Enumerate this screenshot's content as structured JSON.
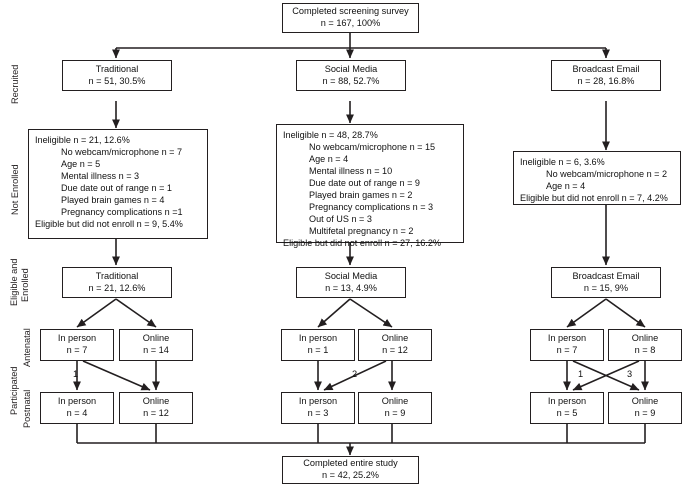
{
  "diagram": {
    "title_node": {
      "line1": "Completed screening survey",
      "line2": "n = 167, 100%"
    },
    "final_node": {
      "line1": "Completed entire study",
      "line2": "n = 42, 25.2%"
    },
    "stage_labels": {
      "recruited": "Recruited",
      "not_enrolled": "Not Enrolled",
      "eligible_enrolled_l1": "Eligible and",
      "eligible_enrolled_l2": "Enrolled",
      "participated": "Participated",
      "antenatal": "Antenatal",
      "postnatal": "Postnatal"
    },
    "recruited": [
      {
        "key": "traditional",
        "line1": "Traditional",
        "line2": "n = 51, 30.5%"
      },
      {
        "key": "social",
        "line1": "Social Media",
        "line2": "n = 88, 52.7%"
      },
      {
        "key": "broadcast",
        "line1": "Broadcast Email",
        "line2": "n = 28, 16.8%"
      }
    ],
    "not_enrolled": [
      {
        "key": "traditional",
        "lines": [
          {
            "text": "Ineligible n = 21, 12.6%",
            "indent": false
          },
          {
            "text": "No webcam/microphone n = 7",
            "indent": true
          },
          {
            "text": "Age n = 5",
            "indent": true
          },
          {
            "text": "Mental illness n = 3",
            "indent": true
          },
          {
            "text": "Due date out of range n = 1",
            "indent": true
          },
          {
            "text": "Played brain games n = 4",
            "indent": true
          },
          {
            "text": "Pregnancy complications n =1",
            "indent": true
          },
          {
            "text": "Eligible but did not enroll n = 9, 5.4%",
            "indent": false
          }
        ]
      },
      {
        "key": "social",
        "lines": [
          {
            "text": "Ineligible n = 48, 28.7%",
            "indent": false
          },
          {
            "text": "No webcam/microphone n = 15",
            "indent": true
          },
          {
            "text": "Age n = 4",
            "indent": true
          },
          {
            "text": "Mental illness n = 10",
            "indent": true
          },
          {
            "text": "Due date out of range n = 9",
            "indent": true
          },
          {
            "text": "Played brain games n = 2",
            "indent": true
          },
          {
            "text": "Pregnancy complications n = 3",
            "indent": true
          },
          {
            "text": "Out of US n = 3",
            "indent": true
          },
          {
            "text": "Multifetal pregnancy n = 2",
            "indent": true
          },
          {
            "text": "Eligible but did not enroll n = 27, 16.2%",
            "indent": false
          }
        ]
      },
      {
        "key": "broadcast",
        "lines": [
          {
            "text": "Ineligible n = 6, 3.6%",
            "indent": false
          },
          {
            "text": "No webcam/microphone n = 2",
            "indent": true
          },
          {
            "text": "Age n = 4",
            "indent": true
          },
          {
            "text": "Eligible but did not enroll n = 7, 4.2%",
            "indent": false
          }
        ]
      }
    ],
    "enrolled": [
      {
        "key": "traditional",
        "line1": "Traditional",
        "line2": "n = 21, 12.6%"
      },
      {
        "key": "social",
        "line1": "Social Media",
        "line2": "n = 13, 4.9%"
      },
      {
        "key": "broadcast",
        "line1": "Broadcast Email",
        "line2": "n = 15, 9%"
      }
    ],
    "antenatal": [
      {
        "key": "trad-inperson",
        "line1": "In person",
        "line2": "n = 7"
      },
      {
        "key": "trad-online",
        "line1": "Online",
        "line2": "n = 14"
      },
      {
        "key": "social-inperson",
        "line1": "In person",
        "line2": "n = 1"
      },
      {
        "key": "social-online",
        "line1": "Online",
        "line2": "n = 12"
      },
      {
        "key": "broad-inperson",
        "line1": "In person",
        "line2": "n = 7"
      },
      {
        "key": "broad-online",
        "line1": "Online",
        "line2": "n = 8"
      }
    ],
    "postnatal": [
      {
        "key": "trad-inperson",
        "line1": "In person",
        "line2": "n = 4"
      },
      {
        "key": "trad-online",
        "line1": "Online",
        "line2": "n = 12"
      },
      {
        "key": "social-inperson",
        "line1": "In person",
        "line2": "n = 3"
      },
      {
        "key": "social-online",
        "line1": "Online",
        "line2": "n = 9"
      },
      {
        "key": "broad-inperson",
        "line1": "In person",
        "line2": "n = 5"
      },
      {
        "key": "broad-online",
        "line1": "Online",
        "line2": "n = 9"
      }
    ],
    "crossover_labels": [
      {
        "key": "traditional-inperson-to-online",
        "value": "1"
      },
      {
        "key": "social-online-to-inperson",
        "value": "2"
      },
      {
        "key": "broadcast-online-to-inperson",
        "value": "1"
      },
      {
        "key": "broadcast-inperson-to-online",
        "value": "3"
      }
    ],
    "colors": {
      "stroke": "#231f20",
      "background": "#ffffff",
      "text": "#111111"
    }
  }
}
